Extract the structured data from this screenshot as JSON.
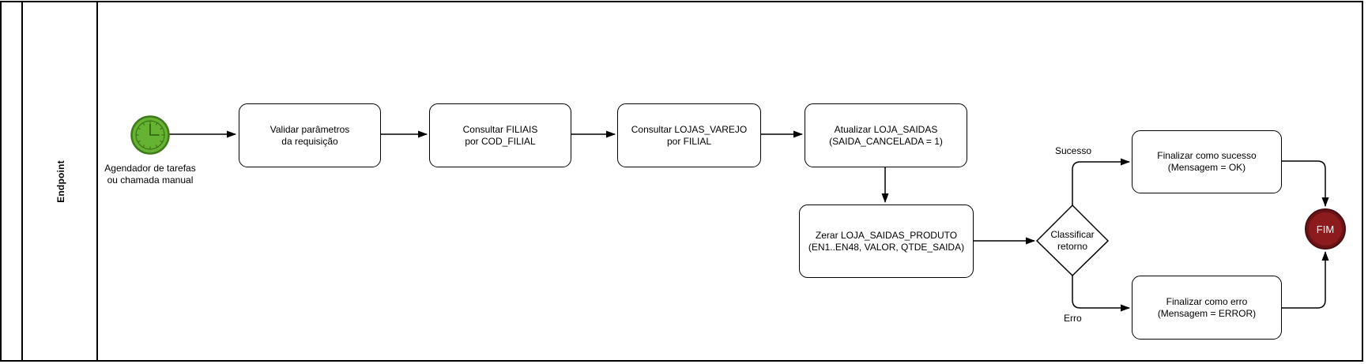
{
  "diagram": {
    "lane_label": "Endpoint",
    "start_event": {
      "label_line1": "Agendador de tarefas",
      "label_line2": "ou chamada manual",
      "icon": "clock-timer-icon",
      "fill": "#66b232",
      "stroke": "#3f7a1c"
    },
    "tasks": [
      {
        "id": "validar-parametros",
        "line1": "Validar parâmetros",
        "line2": "da requisição"
      },
      {
        "id": "consultar-filiais",
        "line1": "Consultar FILIAIS",
        "line2": "por COD_FILIAL"
      },
      {
        "id": "consultar-lojas",
        "line1": "Consultar LOJAS_VAREJO",
        "line2": "por FILIAL"
      },
      {
        "id": "atualizar-saidas",
        "line1": "Atualizar LOJA_SAIDAS",
        "line2": "(SAIDA_CANCELADA = 1)"
      },
      {
        "id": "zerar-produto",
        "line1": "Zerar LOJA_SAIDAS_PRODUTO",
        "line2": "(EN1..EN48, VALOR, QTDE_SAIDA)"
      },
      {
        "id": "finalizar-sucesso",
        "line1": "Finalizar como sucesso",
        "line2": "(Mensagem = OK)"
      },
      {
        "id": "finalizar-erro",
        "line1": "Finalizar como erro",
        "line2": "(Mensagem = ERROR)"
      }
    ],
    "gateway": {
      "line1": "Classificar",
      "line2": "retorno"
    },
    "edge_labels": {
      "success": "Sucesso",
      "error": "Erro"
    },
    "end_event": {
      "label": "FIM",
      "fill": "#8c1b1e",
      "stroke": "#4a0d10"
    },
    "colors": {
      "line": "#000000",
      "shape_fill": "#ffffff"
    }
  }
}
